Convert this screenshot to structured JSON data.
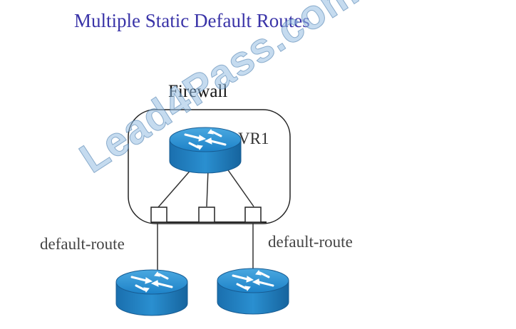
{
  "title": "Multiple Static Default Routes",
  "firewall_label": "Firewall",
  "vr_label": "VR1",
  "default_route_left": "default-route",
  "default_route_right": "default-route",
  "watermark": "Lead4Pass.com",
  "colors": {
    "title": "#3a34a8",
    "router_top": "#2a8fd0",
    "router_side": "#1f6fb0",
    "watermark": "#96bee1"
  },
  "icons": {
    "router": "router-icon",
    "interface": "interface-port-icon"
  }
}
